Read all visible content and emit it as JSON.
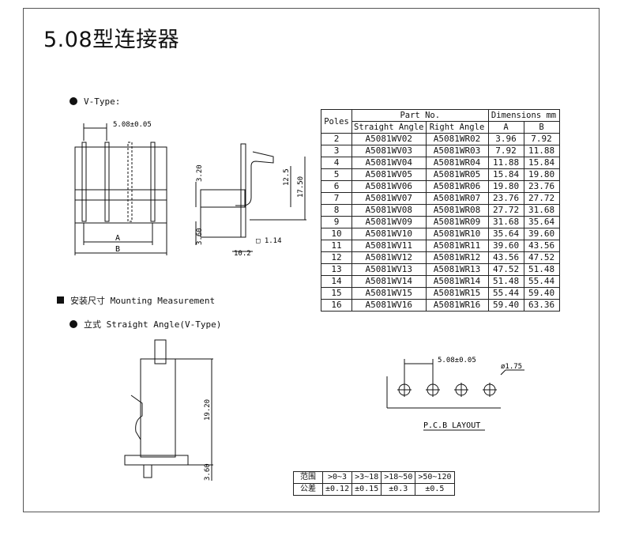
{
  "title": "5.08型连接器",
  "vtype_label": "V-Type:",
  "mounting_label": "安装尺寸 Mounting Measurement",
  "straight_label": "立式 Straight Angle(V-Type)",
  "front_view": {
    "pitch": "5.08±0.05",
    "dim_a": "A",
    "dim_b": "B"
  },
  "side_view": {
    "h1": "3.20",
    "h2": "12.5",
    "h3": "17.50",
    "h4": "3.60",
    "sq": "□ 1.14",
    "w": "10.2"
  },
  "mount_view": {
    "h1": "19.20",
    "h2": "3.60"
  },
  "pcb": {
    "pitch": "5.08±0.05",
    "hole": "ø1.75",
    "caption": "P.C.B LAYOUT"
  },
  "spec_table": {
    "poles_header": "Poles",
    "part_no_header": "Part No.",
    "dimensions_header": "Dimensions mm",
    "straight_header": "Straight Angle",
    "right_header": "Right Angle",
    "a_header": "A",
    "b_header": "B",
    "rows": [
      {
        "poles": "2",
        "straight": "A5081WV02",
        "right": "A5081WR02",
        "a": "3.96",
        "b": "7.92"
      },
      {
        "poles": "3",
        "straight": "A5081WV03",
        "right": "A5081WR03",
        "a": "7.92",
        "b": "11.88"
      },
      {
        "poles": "4",
        "straight": "A5081WV04",
        "right": "A5081WR04",
        "a": "11.88",
        "b": "15.84"
      },
      {
        "poles": "5",
        "straight": "A5081WV05",
        "right": "A5081WR05",
        "a": "15.84",
        "b": "19.80"
      },
      {
        "poles": "6",
        "straight": "A5081WV06",
        "right": "A5081WR06",
        "a": "19.80",
        "b": "23.76"
      },
      {
        "poles": "7",
        "straight": "A5081WV07",
        "right": "A5081WR07",
        "a": "23.76",
        "b": "27.72"
      },
      {
        "poles": "8",
        "straight": "A5081WV08",
        "right": "A5081WR08",
        "a": "27.72",
        "b": "31.68"
      },
      {
        "poles": "9",
        "straight": "A5081WV09",
        "right": "A5081WR09",
        "a": "31.68",
        "b": "35.64"
      },
      {
        "poles": "10",
        "straight": "A5081WV10",
        "right": "A5081WR10",
        "a": "35.64",
        "b": "39.60"
      },
      {
        "poles": "11",
        "straight": "A5081WV11",
        "right": "A5081WR11",
        "a": "39.60",
        "b": "43.56"
      },
      {
        "poles": "12",
        "straight": "A5081WV12",
        "right": "A5081WR12",
        "a": "43.56",
        "b": "47.52"
      },
      {
        "poles": "13",
        "straight": "A5081WV13",
        "right": "A5081WR13",
        "a": "47.52",
        "b": "51.48"
      },
      {
        "poles": "14",
        "straight": "A5081WV14",
        "right": "A5081WR14",
        "a": "51.48",
        "b": "55.44"
      },
      {
        "poles": "15",
        "straight": "A5081WV15",
        "right": "A5081WR15",
        "a": "55.44",
        "b": "59.40"
      },
      {
        "poles": "16",
        "straight": "A5081WV16",
        "right": "A5081WR16",
        "a": "59.40",
        "b": "63.36"
      }
    ]
  },
  "tolerance_table": {
    "range_label": "范围",
    "tolerance_label": "公差",
    "ranges": [
      ">0~3",
      ">3~18",
      ">18~50",
      ">50~120"
    ],
    "tolerances": [
      "±0.12",
      "±0.15",
      "±0.3",
      "±0.5"
    ]
  }
}
